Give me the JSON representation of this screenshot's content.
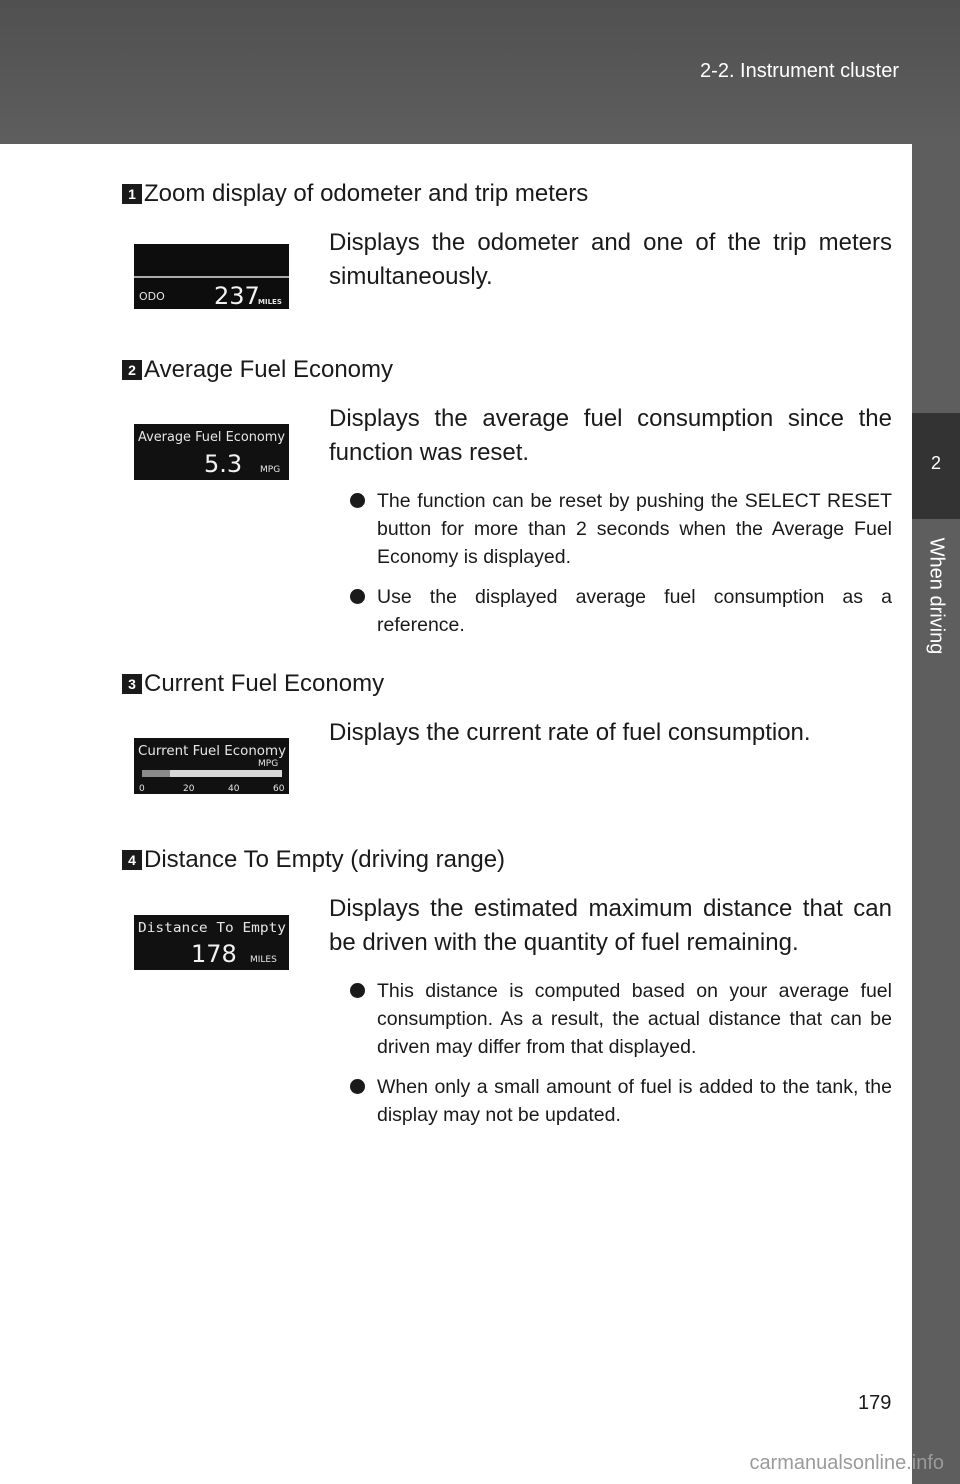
{
  "header": {
    "title": "2-2. Instrument cluster"
  },
  "side_tab": {
    "number": "2",
    "label": "When driving"
  },
  "sections": [
    {
      "number": "1",
      "heading": "Zoom display of odometer and trip meters",
      "description": "Displays the odometer and one of the trip meters simultaneously.",
      "display": {
        "label": "ODO",
        "value": "237",
        "unit": "MILES"
      },
      "bullets": []
    },
    {
      "number": "2",
      "heading": "Average Fuel Economy",
      "description": "Displays the average fuel consumption since the function was reset.",
      "display": {
        "title": "Average Fuel Economy",
        "value": "5.3",
        "unit": "MPG"
      },
      "bullets": [
        "The function can be reset by pushing the SELECT RESET button for more than 2 seconds when the Average Fuel Economy is displayed.",
        "Use the displayed average fuel consumption as a reference."
      ]
    },
    {
      "number": "3",
      "heading": "Current Fuel Economy",
      "description": "Displays the current rate of fuel consumption.",
      "display": {
        "title": "Current Fuel Economy",
        "unit": "MPG",
        "scale": [
          "0",
          "20",
          "40",
          "60"
        ],
        "bar_value_mpg": 12,
        "bar_max_mpg": 60
      },
      "bullets": []
    },
    {
      "number": "4",
      "heading": "Distance To Empty (driving range)",
      "description": "Displays the estimated maximum distance that can be driven with the quantity of fuel remaining.",
      "display": {
        "title": "Distance To Empty",
        "value": "178",
        "unit": "MILES"
      },
      "bullets": [
        "This distance is computed based on your average fuel consumption. As a result, the actual distance that can be driven may differ from that displayed.",
        "When only a small amount of fuel is added to the tank, the display may not be updated."
      ]
    }
  ],
  "page_number": "179",
  "watermark": "carmanualsonline.info"
}
